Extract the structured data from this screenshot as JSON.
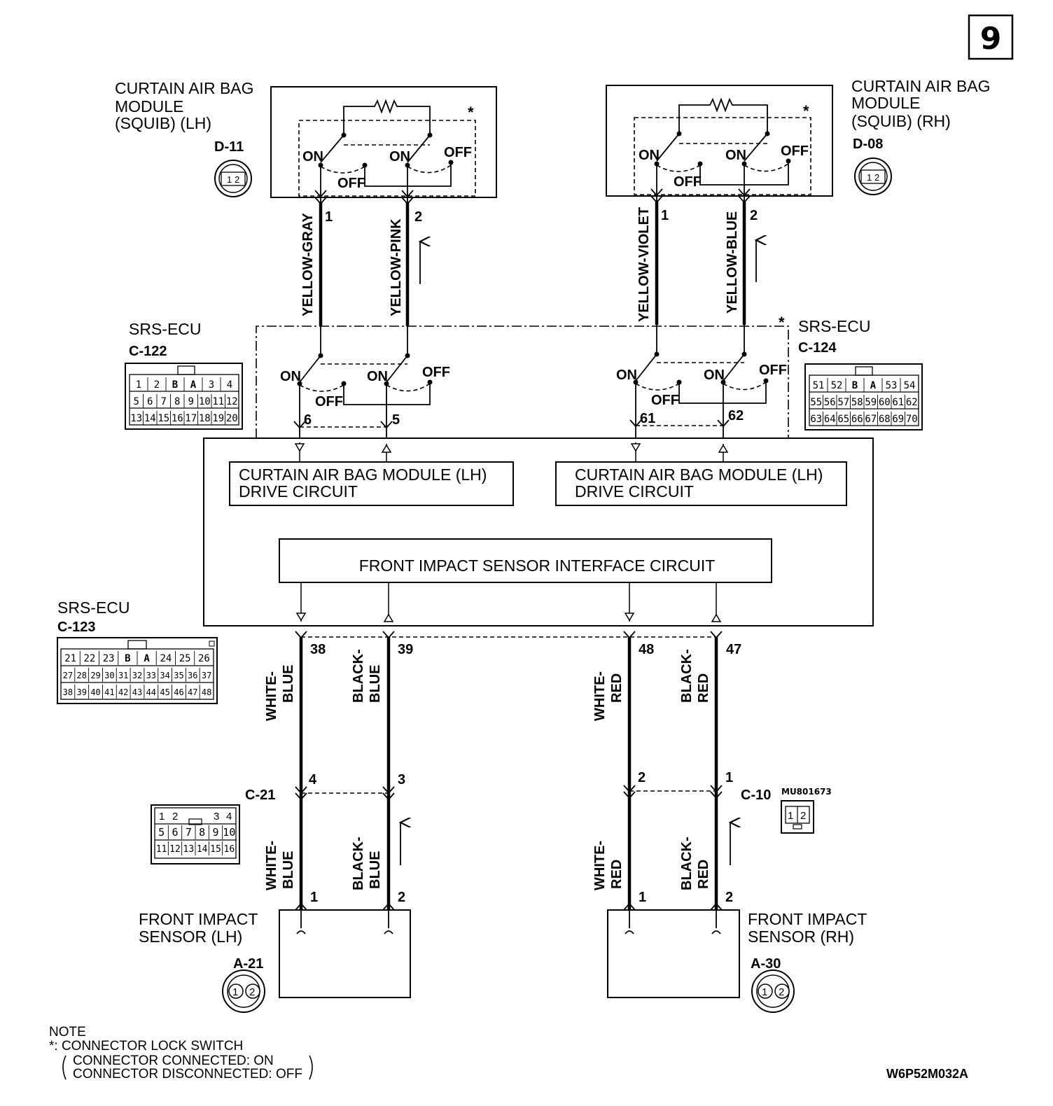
{
  "page_number": "9",
  "diagram_code": "W6P52M032A",
  "modules": {
    "curtain_lh": {
      "title_lines": [
        "CURTAIN AIR BAG",
        "MODULE",
        "(SQUIB) (LH)"
      ],
      "connector": "D-11"
    },
    "curtain_rh": {
      "title_lines": [
        "CURTAIN AIR BAG",
        "MODULE",
        "(SQUIB) (RH)"
      ],
      "connector": "D-08"
    },
    "sensor_lh": {
      "title_lines": [
        "FRONT IMPACT",
        "SENSOR (LH)"
      ],
      "connector": "A-21"
    },
    "sensor_rh": {
      "title_lines": [
        "FRONT IMPACT",
        "SENSOR (RH)"
      ],
      "connector": "A-30"
    }
  },
  "ecu": {
    "name": "SRS-ECU",
    "c122": "C-122",
    "c124": "C-124",
    "c123": "C-123",
    "drive_lh": [
      "CURTAIN AIR BAG MODULE (LH)",
      "DRIVE CIRCUIT"
    ],
    "drive_rh": [
      "CURTAIN AIR BAG MODULE (LH)",
      "DRIVE CIRCUIT"
    ],
    "interface": "FRONT IMPACT SENSOR INTERFACE CIRCUIT"
  },
  "switch_labels": {
    "on": "ON",
    "off": "OFF",
    "lock_mark": "*"
  },
  "wires": {
    "yellow_gray": "YELLOW-GRAY",
    "yellow_pink": "YELLOW-PINK",
    "yellow_violet": "YELLOW-VIOLET",
    "yellow_blue": "YELLOW-BLUE",
    "white_blue": [
      "WHITE-",
      "BLUE"
    ],
    "black_blue": [
      "BLACK-",
      "BLUE"
    ],
    "white_red": [
      "WHITE-",
      "RED"
    ],
    "black_red": [
      "BLACK-",
      "RED"
    ]
  },
  "pins": {
    "d11_1": "1",
    "d11_2": "2",
    "d08_1": "1",
    "d08_2": "2",
    "c122_6": "6",
    "c122_5": "5",
    "c124_61": "61",
    "c124_62": "62",
    "c123_38": "38",
    "c123_39": "39",
    "c123_48": "48",
    "c123_47": "47",
    "c21_4": "4",
    "c21_3": "3",
    "c10_2": "2",
    "c10_1": "1",
    "a21_1": "1",
    "a21_2": "2",
    "a30_1": "1",
    "a30_2": "2"
  },
  "intermediate": {
    "c21": "C-21",
    "c10": "C-10",
    "c10_part": "MU801673"
  },
  "connector_faces": {
    "c122": {
      "row1": [
        "1",
        "2",
        "B",
        "A",
        "3",
        "4"
      ],
      "row2": [
        "5",
        "6",
        "7",
        "8",
        "9",
        "10",
        "11",
        "12"
      ],
      "row3": [
        "13",
        "14",
        "15",
        "16",
        "17",
        "18",
        "19",
        "20"
      ]
    },
    "c124": {
      "row1": [
        "51",
        "52",
        "B",
        "A",
        "53",
        "54"
      ],
      "row2": [
        "55",
        "56",
        "57",
        "58",
        "59",
        "60",
        "61",
        "62"
      ],
      "row3": [
        "63",
        "64",
        "65",
        "66",
        "67",
        "68",
        "69",
        "70"
      ]
    },
    "c123": {
      "row1": [
        "21",
        "22",
        "23",
        "B",
        "A",
        "24",
        "25",
        "26"
      ],
      "row2": [
        "27",
        "28",
        "29",
        "30",
        "31",
        "32",
        "33",
        "34",
        "35",
        "36",
        "37"
      ],
      "row3": [
        "38",
        "39",
        "40",
        "41",
        "42",
        "43",
        "44",
        "45",
        "46",
        "47",
        "48"
      ]
    },
    "c21": {
      "row1": [
        "1",
        "2",
        "3",
        "4"
      ],
      "row2": [
        "5",
        "6",
        "7",
        "8",
        "9",
        "10"
      ],
      "row3": [
        "11",
        "12",
        "13",
        "14",
        "15",
        "16"
      ]
    },
    "pin12": [
      "1",
      "2"
    ]
  },
  "note": {
    "title": "NOTE",
    "line1": "*: CONNECTOR LOCK SWITCH",
    "line2": "CONNECTOR CONNECTED: ON",
    "line3": "CONNECTOR DISCONNECTED: OFF"
  }
}
